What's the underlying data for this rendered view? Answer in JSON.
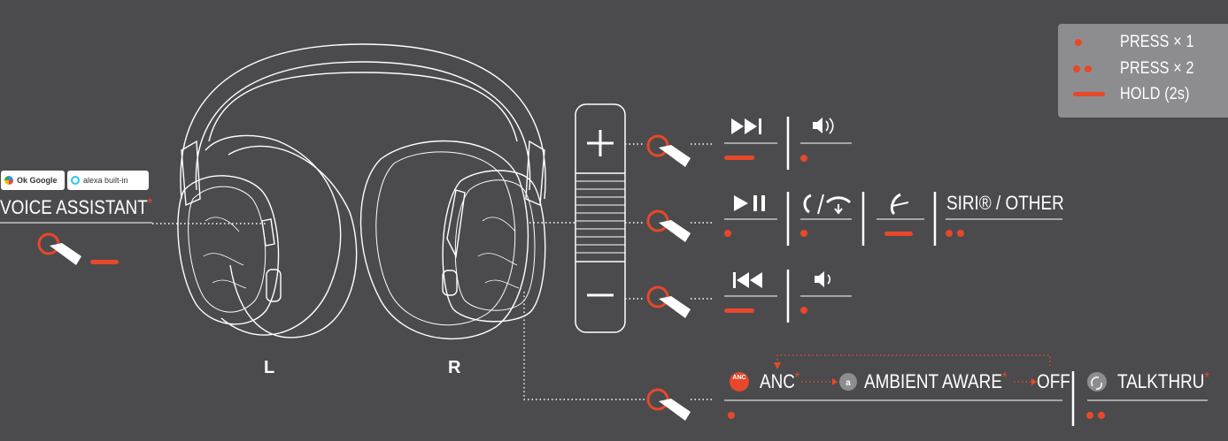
{
  "legend": {
    "press1": "PRESS × 1",
    "press2": "PRESS × 2",
    "hold": "HOLD (2s)"
  },
  "voice_assistant": {
    "badge_google": "Ok Google",
    "badge_alexa": "alexa built-in",
    "label": "VOICE ASSISTANT",
    "asterisk": "*"
  },
  "sides": {
    "left": "L",
    "right": "R"
  },
  "actions": {
    "siri": "SIRI® / OTHER",
    "anc": "ANC",
    "anc_icon": "ANC",
    "anc_asterisk": "*",
    "ambient": "AMBIENT AWARE",
    "ambient_asterisk": "*",
    "off": "OFF",
    "talkthru": "TALKTHRU",
    "talkthru_asterisk": "*"
  },
  "colors": {
    "accent": "#e8482a",
    "background": "#4b4b4d",
    "legend_bg": "#8d8d8f",
    "line": "#ffffff"
  },
  "icons": [
    "next-track-icon",
    "volume-up-icon",
    "play-pause-icon",
    "answer-call-icon",
    "end-call-icon",
    "reject-call-icon",
    "previous-track-icon",
    "volume-down-icon",
    "ambient-aware-icon",
    "talkthru-icon",
    "tap-hand-icon",
    "plus-icon",
    "minus-icon"
  ]
}
